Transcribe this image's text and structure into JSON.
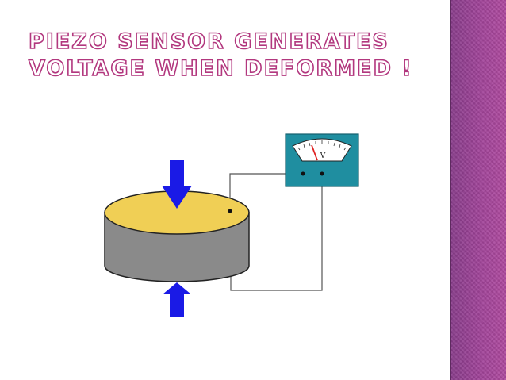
{
  "slide": {
    "title_line1": "PIEZO SENSOR GENERATES",
    "title_line2": "VOLTAGE WHEN DEFORMED !"
  },
  "diagram": {
    "meter_label": "V",
    "colors": {
      "disc_top": "#f0cf55",
      "disc_side": "#8a8a8a",
      "arrow": "#1a1ae6",
      "meter_body": "#1f8ea0",
      "needle": "#e02020",
      "accent_band": "#a2449a"
    }
  }
}
